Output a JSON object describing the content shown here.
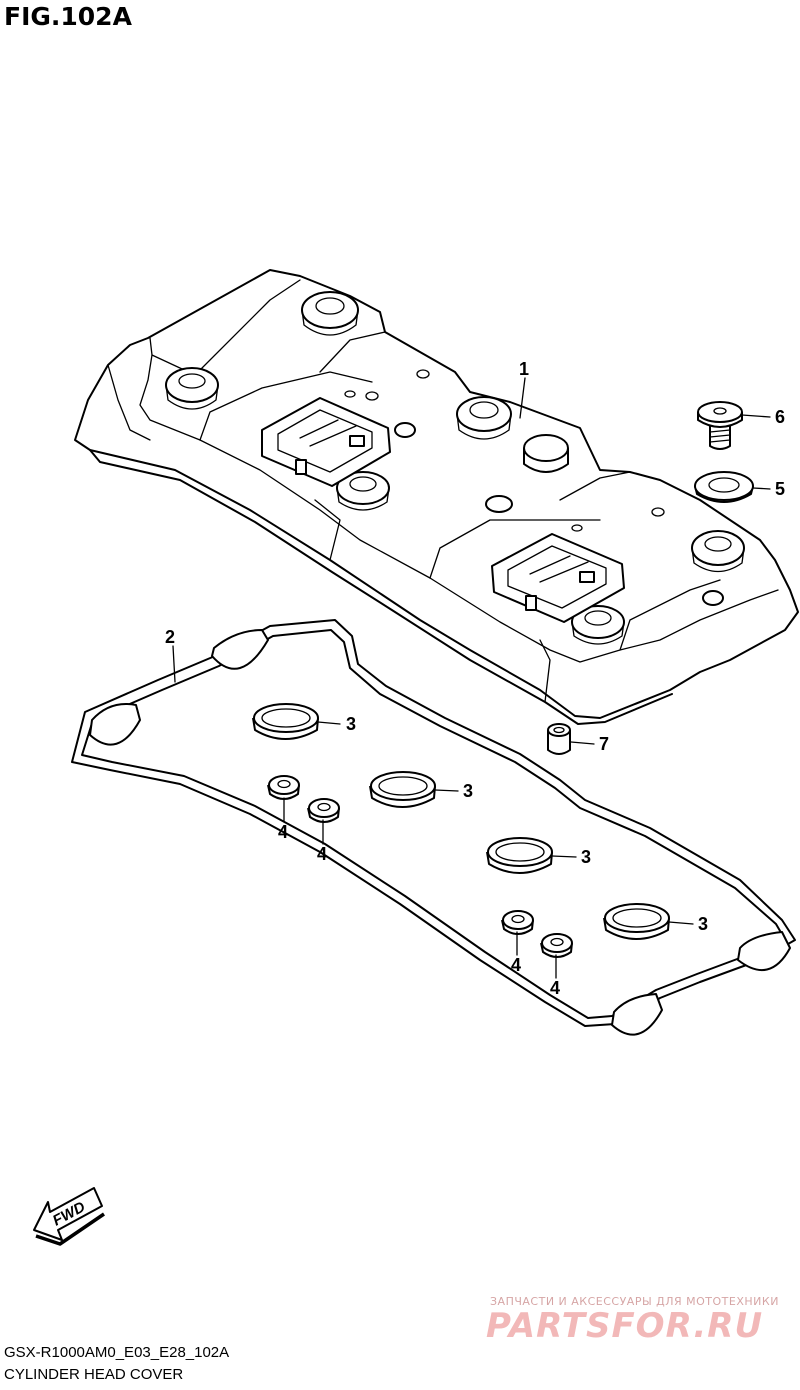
{
  "figure": {
    "title": "FIG.102A"
  },
  "footer": {
    "model_code": "GSX-R1000AM0_E03_E28_102A",
    "part_name": "CYLINDER HEAD COVER"
  },
  "direction_arrow": {
    "label": "FWD"
  },
  "watermark": {
    "slogan": "ЗАПЧАСТИ И АКСЕССУАРЫ ДЛЯ МОТОТЕХНИКИ",
    "logo": "PARTSFOR.RU"
  },
  "callouts": [
    {
      "number": "1"
    },
    {
      "number": "2"
    },
    {
      "number": "3"
    },
    {
      "number": "3"
    },
    {
      "number": "3"
    },
    {
      "number": "3"
    },
    {
      "number": "4"
    },
    {
      "number": "4"
    },
    {
      "number": "4"
    },
    {
      "number": "4"
    },
    {
      "number": "5"
    },
    {
      "number": "6"
    },
    {
      "number": "7"
    }
  ],
  "colors": {
    "line": "#000000",
    "background": "#ffffff",
    "watermark": "#f2b8b8"
  }
}
